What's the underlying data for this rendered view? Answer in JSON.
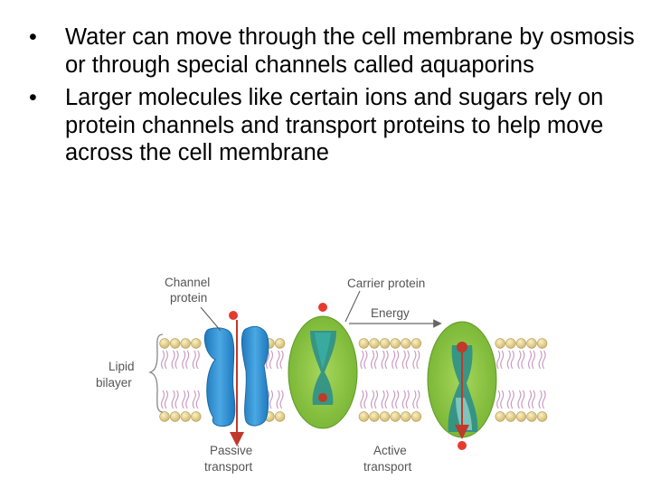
{
  "bullets": [
    "Water can move through the cell membrane by osmosis or through special channels called aquaporins",
    "Larger molecules like certain ions and sugars rely on protein channels and transport proteins to help move across the cell membrane"
  ],
  "diagram": {
    "lipid_label_1": "Lipid",
    "lipid_label_2": "bilayer",
    "channel_label_1": "Channel",
    "channel_label_2": "protein",
    "carrier_label": "Carrier protein",
    "energy_label": "Energy",
    "passive_label_1": "Passive",
    "passive_label_2": "transport",
    "active_label_1": "Active",
    "active_label_2": "transport",
    "colors": {
      "lipid_head": "#e3cf8f",
      "lipid_tail": "#c99bc2",
      "channel_protein": "#2b8fd0",
      "carrier_protein": "#8cc43f",
      "carrier_inner": "#2e8f8a",
      "molecule": "#e53b2f",
      "arrow": "#c0392b"
    }
  }
}
